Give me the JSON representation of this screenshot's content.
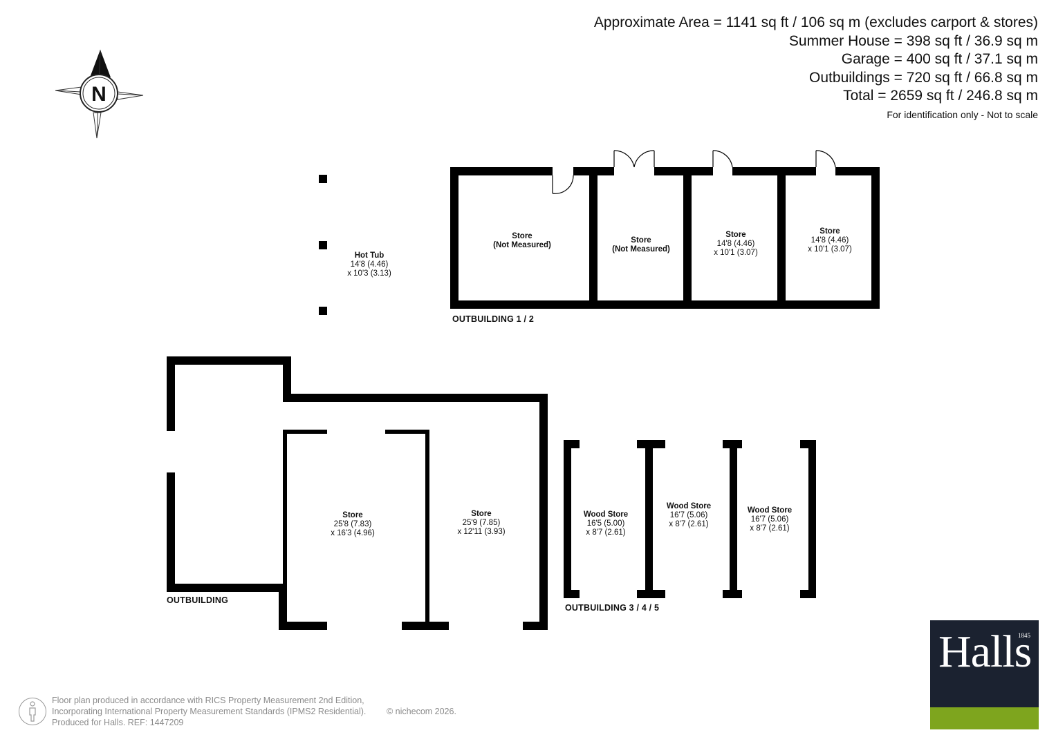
{
  "areas": [
    "Approximate Area = 1141 sq ft / 106 sq m (excludes carport & stores)",
    "Summer House  = 398 sq ft / 36.9 sq m",
    "Garage = 400 sq ft / 37.1 sq m",
    "Outbuildings = 720 sq ft / 66.8 sq m",
    "Total = 2659 sq ft / 246.8 sq m"
  ],
  "scale_note": "For identification only - Not to scale",
  "compass": {
    "letter": "N"
  },
  "rooms": {
    "hot_tub": {
      "name": "Hot Tub",
      "dim1": "14'8 (4.46)",
      "dim2": "x 10'3 (3.13)"
    },
    "store_a": {
      "name": "Store",
      "dim1": "(Not Measured)"
    },
    "store_b": {
      "name": "Store",
      "dim1": "(Not Measured)"
    },
    "store_c": {
      "name": "Store",
      "dim1": "14'8 (4.46)",
      "dim2": "x 10'1 (3.07)"
    },
    "store_d": {
      "name": "Store",
      "dim1": "14'8 (4.46)",
      "dim2": "x 10'1 (3.07)"
    },
    "store_e": {
      "name": "Store",
      "dim1": "25'8 (7.83)",
      "dim2": "x 16'3 (4.96)"
    },
    "store_f": {
      "name": "Store",
      "dim1": "25'9 (7.85)",
      "dim2": "x 12'11 (3.93)"
    },
    "wood_1": {
      "name": "Wood Store",
      "dim1": "16'5 (5.00)",
      "dim2": "x 8'7 (2.61)"
    },
    "wood_2": {
      "name": "Wood Store",
      "dim1": "16'7 (5.06)",
      "dim2": "x 8'7 (2.61)"
    },
    "wood_3": {
      "name": "Wood Store",
      "dim1": "16'7 (5.06)",
      "dim2": "x 8'7 (2.61)"
    }
  },
  "building_labels": {
    "outbuilding_12": "OUTBUILDING 1 / 2",
    "outbuilding": "OUTBUILDING",
    "outbuilding_345": "OUTBUILDING 3 / 4 / 5"
  },
  "footer": {
    "line1": "Floor plan produced in accordance with RICS Property Measurement 2nd Edition,",
    "line2": "Incorporating International Property Measurement Standards (IPMS2 Residential).",
    "line3": "Produced for Halls.   REF: 1447209",
    "copyright": "© nichecom 2026."
  },
  "logo": {
    "word": "Halls",
    "year": "1845",
    "colors": {
      "dark": "#1b2230",
      "green": "#7ea51e"
    }
  }
}
